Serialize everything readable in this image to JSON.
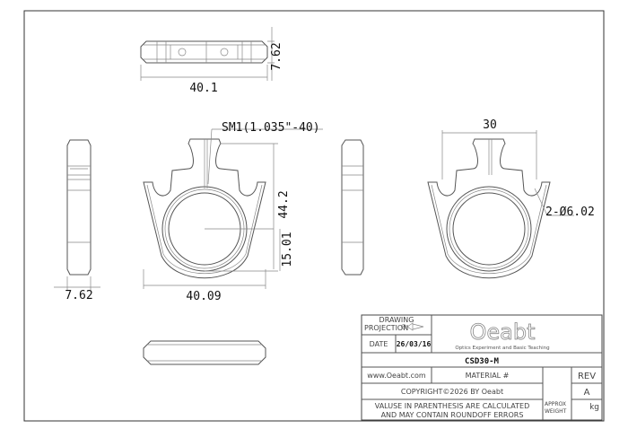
{
  "dimensions": {
    "top_height": "7.62",
    "top_width": "40.1",
    "thread": "SM1(1.035\"-40)",
    "front_height": "44.2",
    "center_height": "15.01",
    "front_width": "40.09",
    "side_width": "7.62",
    "slot_spacing": "30",
    "holes": "2-Ø6.02"
  },
  "title_block": {
    "drawing_label": "DRAWING",
    "projection_label": "PROJECTION",
    "date_label": "DATE",
    "date_value": "26/03/16",
    "logo_text": "Oeabt",
    "logo_tagline": "Optics Experiment and Basic Teaching",
    "part_number": "CSD30-M",
    "website": "www.Oeabt.com",
    "material_label": "MATERIAL #",
    "rev_label": "REV",
    "rev_value": "A",
    "copyright": "COPYRIGHT©2026 BY Oeabt",
    "note_line1": "VALUSE IN PARENTHESIS ARE CALCULATED",
    "note_line2": "AND MAY CONTAIN ROUNDOFF ERRORS",
    "weight_label1": "APPROX",
    "weight_label2": "WEIGHT",
    "weight_unit": "kg"
  }
}
